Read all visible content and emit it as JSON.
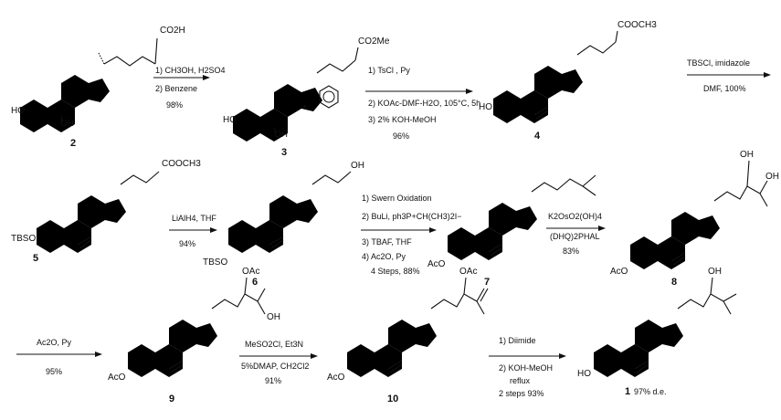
{
  "compounds": [
    {
      "number": "2",
      "side_chain_group": "CO2H",
      "left_group": "HO",
      "ring_group": "OH",
      "tail": ""
    },
    {
      "number": "3",
      "side_chain_group": "CO2Me",
      "left_group": "HO",
      "ring_group": "OH",
      "tail": ""
    },
    {
      "number": "4",
      "side_chain_group": "COOCH3",
      "left_group": "HO",
      "ring_group": "",
      "tail": ""
    },
    {
      "number": "5",
      "side_chain_group": "COOCH3",
      "left_group": "TBSO",
      "ring_group": "",
      "tail": ""
    },
    {
      "number": "6",
      "side_chain_group": "OH",
      "left_group": "TBSO",
      "ring_group": "",
      "tail": ""
    },
    {
      "number": "7",
      "side_chain_group": "",
      "left_group": "AcO",
      "ring_group": "",
      "tail": ""
    },
    {
      "number": "8",
      "side_chain_group": "OH",
      "side_chain_group_2": "OH",
      "left_group": "AcO",
      "ring_group": "",
      "tail": ""
    },
    {
      "number": "9",
      "side_chain_group": "OAc",
      "side_chain_group_2": "OH",
      "left_group": "AcO",
      "ring_group": "",
      "tail": ""
    },
    {
      "number": "10",
      "side_chain_group": "OAc",
      "left_group": "AcO",
      "ring_group": "",
      "tail": ""
    },
    {
      "number": "1",
      "side_chain_group": "OH",
      "left_group": "HO",
      "ring_group": "",
      "tail": "97% d.e."
    }
  ],
  "reactions": [
    {
      "lines": [
        "1) CH3OH, H2SO4",
        "2) Benzene"
      ],
      "below": [
        "98%"
      ]
    },
    {
      "lines": [
        "1) TsCl ,  Py"
      ],
      "below": [
        "2) KOAc-DMF-H2O, 105°C, 5h",
        "3) 2% KOH-MeOH",
        "96%"
      ]
    },
    {
      "lines": [
        "TBSCl, imidazole"
      ],
      "below": [
        "DMF, 100%"
      ]
    },
    {
      "lines": [
        "LiAlH4, THF"
      ],
      "below": [
        "94%"
      ]
    },
    {
      "lines": [
        "1) Swern Oxidation",
        "2) BuLi, ph3P+CH(CH3)2I−"
      ],
      "below": [
        "3) TBAF, THF",
        "4) Ac2O, Py",
        "4 Steps, 88%"
      ]
    },
    {
      "lines": [
        "K2OsO2(OH)4",
        "(DHQ)2PHAL"
      ],
      "below": [
        "83%"
      ]
    },
    {
      "lines": [
        "Ac2O,  Py"
      ],
      "below": [
        "95%"
      ]
    },
    {
      "lines": [
        "MeSO2Cl, Et3N"
      ],
      "below": [
        "5%DMAP, CH2Cl2",
        "91%"
      ]
    },
    {
      "lines": [
        "1) Diimide"
      ],
      "below": [
        "2) KOH-MeOH",
        "reflux",
        "2 steps 93%"
      ]
    }
  ],
  "adduct_dot": "•"
}
